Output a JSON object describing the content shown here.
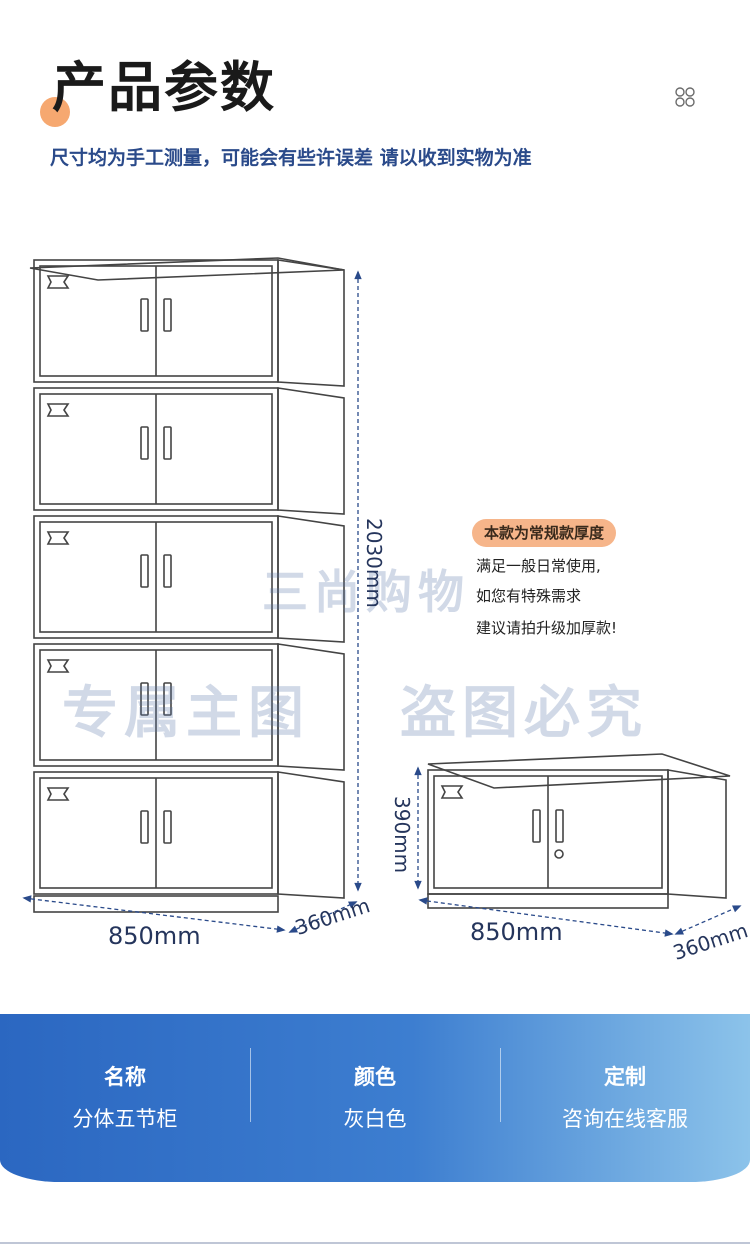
{
  "header": {
    "title": "产品参数",
    "subtitle": "尺寸均为手工测量，可能会有些许误差 请以收到实物为准"
  },
  "dimensions": {
    "tall_width": "850mm",
    "tall_depth": "360mm",
    "tall_height": "2030mm",
    "short_width": "850mm",
    "short_depth": "360mm",
    "short_height": "390mm"
  },
  "note": {
    "badge": "本款为常规款厚度",
    "lines": [
      "满足一般日常使用,",
      "如您有特殊需求",
      "建议请拍升级加厚款!"
    ]
  },
  "watermark": {
    "brand": "三尚购物",
    "left": "专属主图",
    "right": "盗图必究"
  },
  "specs": [
    {
      "label": "名称",
      "value": "分体五节柜"
    },
    {
      "label": "颜色",
      "value": "灰白色"
    },
    {
      "label": "定制",
      "value": "咨询在线客服"
    }
  ],
  "colors": {
    "accent_orange": "#f6a870",
    "title_blue": "#2a4a8a",
    "spec_bar_start": "#2b67c1",
    "spec_bar_end": "#8cc3ea"
  }
}
